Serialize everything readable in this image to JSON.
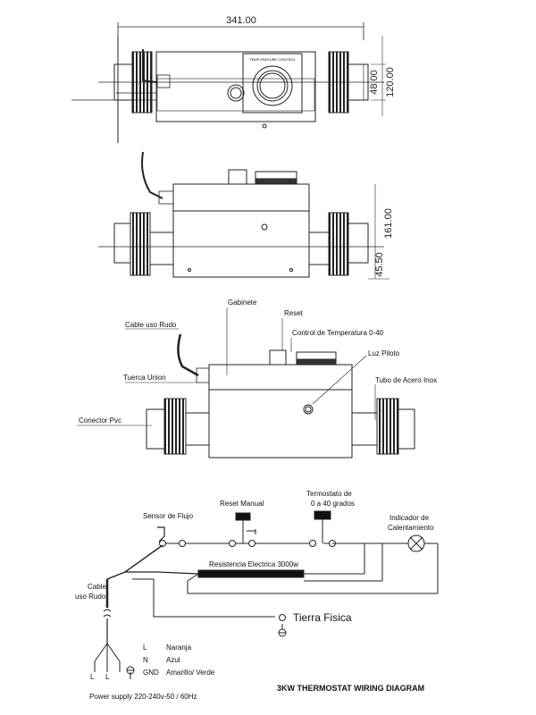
{
  "dimensions": {
    "width_341": "341.00",
    "h48": "48.00",
    "h120": "120.00",
    "h161": "161.00",
    "h45": "45.50"
  },
  "top_view": {
    "dial_label": "TEMP ERATURE CONTROL"
  },
  "labeled_view": {
    "labels": {
      "gabinete": "Gabinete",
      "reset": "Reset",
      "control": "Control de Temperatura 0-40",
      "cable": "Cable uso Rudo",
      "luz": "Luz Piloto",
      "tuerca": "Tuerca Union",
      "tubo": "Tubo de Acero Inox",
      "conector": "Conector Pvc"
    }
  },
  "wiring": {
    "reset_manual": "Reset Manual",
    "termostato_1": "Termostato de",
    "termostato_2": "0 a 40 grados",
    "sensor": "Sensor de Flujo",
    "indicador_1": "Indicador de",
    "indicador_2": "Calentamiento",
    "resistencia": "Resistencia Electrica 3000w",
    "cable_1": "Cable",
    "cable_2": "uso Rudo",
    "tierra": "Tierra Fisica",
    "legend": [
      {
        "code": "L",
        "desc": "Naranja"
      },
      {
        "code": "N",
        "desc": "Azul"
      },
      {
        "code": "GND",
        "desc": "Amarillo/ Verde"
      }
    ],
    "terminal_L": "L",
    "terminal_N": "L",
    "power": "Power supply 220-240v-50 / 60Hz",
    "title": "3KW THERMOSTAT WIRING DIAGRAM"
  }
}
